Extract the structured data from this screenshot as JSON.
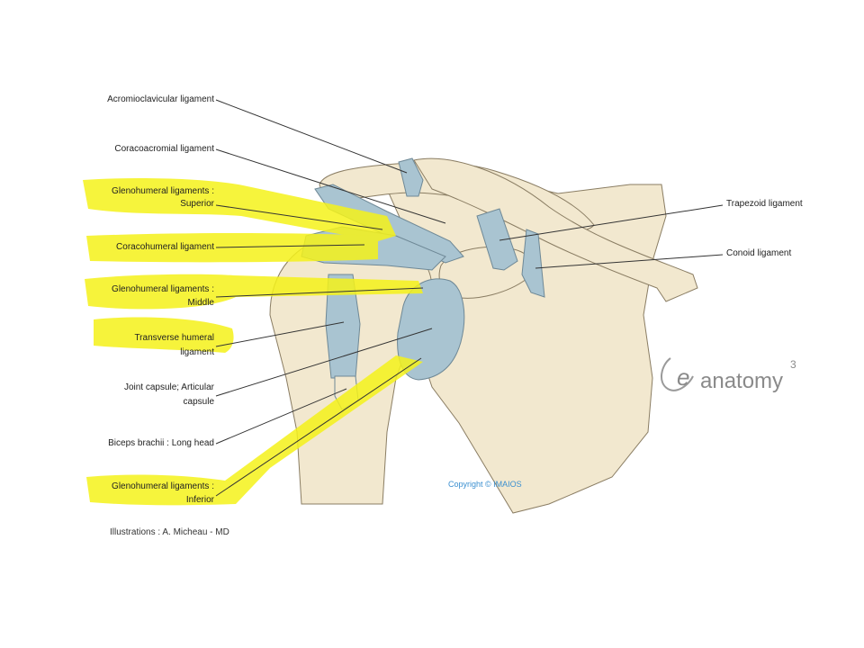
{
  "labels": {
    "acromioclavicular": "Acromioclavicular ligament",
    "coracoacromial": "Coracoacromial ligament",
    "gh_superior_1": "Glenohumeral ligaments :",
    "gh_superior_2": "Superior",
    "coracohumeral": "Coracohumeral ligament",
    "gh_middle_1": "Glenohumeral ligaments :",
    "gh_middle_2": "Middle",
    "transverse_1": "Transverse humeral",
    "transverse_2": "ligament",
    "capsule_1": "Joint capsule; Articular",
    "capsule_2": "capsule",
    "biceps": "Biceps brachii : Long head",
    "gh_inferior_1": "Glenohumeral ligaments :",
    "gh_inferior_2": "Inferior",
    "trapezoid": "Trapezoid ligament",
    "conoid": "Conoid ligament"
  },
  "credit": "Illustrations : A. Micheau - MD",
  "copyright": "Copyright © IMAIOS",
  "logo": {
    "text": "anatomy",
    "superscript": "3",
    "letter": "e"
  },
  "colors": {
    "bone": "#f2e8cf",
    "ligament": "#a9c4d1",
    "highlight": "#f5f21a",
    "line": "#333333"
  }
}
